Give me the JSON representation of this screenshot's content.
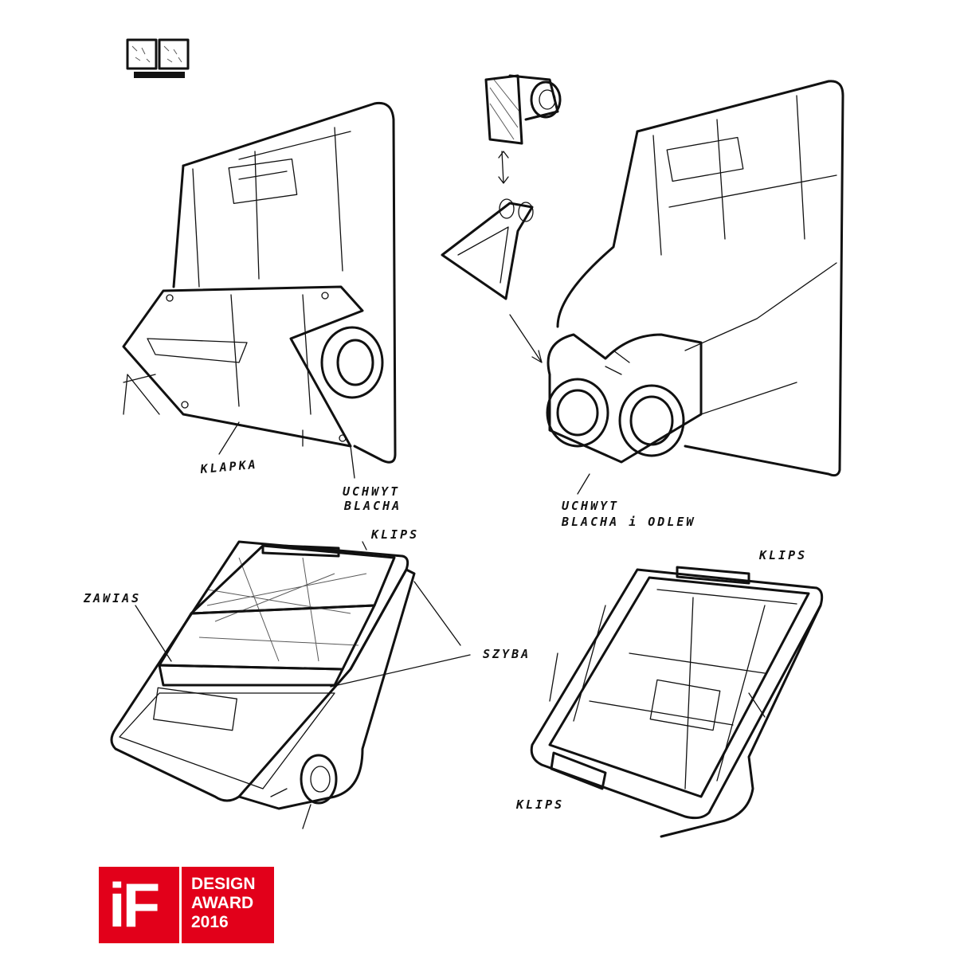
{
  "labels": {
    "klapka": "KLAPKA",
    "uchwyt_blacha_1": "UCHWYT",
    "uchwyt_blacha_2": "BLACHA",
    "uchwyt_odlew_1": "UCHWYT",
    "uchwyt_odlew_2": "BLACHA i ODLEW",
    "klips_top_left": "KLIPS",
    "klips_top_right": "KLIPS",
    "klips_bottom": "KLIPS",
    "zawias": "ZAWIAS",
    "szyba": "SZYBA"
  },
  "award": {
    "logo": "iF",
    "line1": "DESIGN",
    "line2": "AWARD",
    "line3": "2016",
    "color": "#e2001a"
  }
}
